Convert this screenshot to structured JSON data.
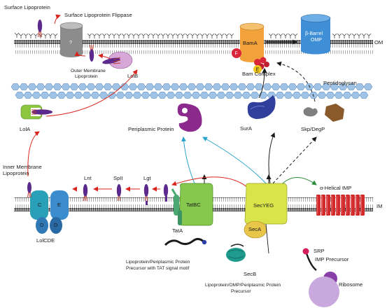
{
  "labels": {
    "surface_lipoprotein": "Surface Lipoprotein",
    "flippase": "Surface Lipoprotein Flippase",
    "flippase_question": "?",
    "om": "OM",
    "im": "IM",
    "bama": "BamA",
    "beta_barrel_omp": [
      "β-Barrel",
      "OMP"
    ],
    "bam_complex": "Bam Complex",
    "outer_membrane_lipoprotein": [
      "Outer Membrane",
      "Lipoprotein"
    ],
    "lolb": "LolB",
    "lola": "LolA",
    "peptidoglycan": "Peptidoglycan",
    "periplasmic_protein": "Periplasmic Protein",
    "sura": "SurA",
    "skp_degp": "Skp/DegP",
    "inner_membrane_lipoprotein": [
      "Inner Membrane",
      "Lipoprotein"
    ],
    "lnt": "Lnt",
    "spii": "SpII",
    "lgt": "Lgt",
    "tatbc": "TatBC",
    "tata": "TatA",
    "secyeg": "SecYEG",
    "seca": "SecA",
    "secb": "SecB",
    "alpha_helical_imp": "α-Helical IMP",
    "lolcde": "LolCDE",
    "lol_c": "C",
    "lol_e": "E",
    "lol_d1": "D",
    "lol_d2": "D",
    "bam_f": "F",
    "bam_e": "E",
    "tat_precursor": [
      "Lipoprotein/Periplasmic Protein",
      "Precursor with TAT signal motif"
    ],
    "sec_precursor": [
      "Lipoprotein/OMP/Periplasmic Protein",
      "Precursor"
    ],
    "srp": "SRP",
    "imp_precursor": "IMP Precursor",
    "ribosome": "Ribosome"
  },
  "colors": {
    "lipoprotein": "#5b2a8c",
    "lipid_tail": "#c0392b",
    "red_arrow": "#d7261e",
    "cyan_arrow": "#29a3c9",
    "green_arrow": "#2e8b3e",
    "bama": "#f2a23a",
    "bam_subunit": "#d9263a",
    "omp": "#3f8fd6",
    "lolb": "#d7a7d8",
    "lola": "#8cc63f",
    "peptidoglycan": "#9fc3e6",
    "tatbc": "#86c84e",
    "secyeg": "#d9e44a",
    "seca": "#e8c64a",
    "secb": "#1f9b8e",
    "lolcde": "#2aa0b8",
    "imp_helix": "#d22a2a",
    "skp": "#7f7f7f",
    "degp": "#8b5a2b",
    "sura": "#2f3f9b",
    "periplasmic_protein": "#8b2a8c",
    "ribosome": "#c9a9dd",
    "ribosome_small": "#8a3fa8",
    "srp": "#d61f5a"
  }
}
